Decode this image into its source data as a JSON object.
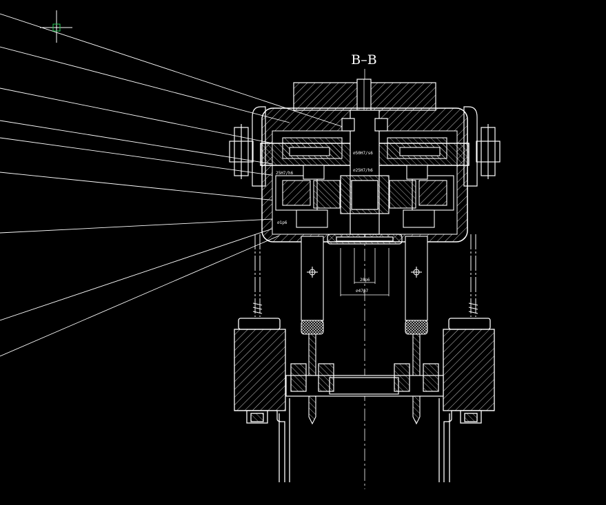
{
  "drawing": {
    "section_label": "B–B",
    "dimensions": {
      "fit_top": "⌀50H7/s6",
      "fit_mid": "⌀25H7/h6",
      "fit_left": "25H7/h6",
      "fit_small_left": "⌀1p6",
      "dim_20": "20p6",
      "dim_47": "⌀47p7"
    }
  },
  "colors": {
    "background": "#000000",
    "line": "#ffffff",
    "cursor": "#22cc55"
  },
  "icons": {
    "cursor": "crosshair-cursor-icon"
  }
}
